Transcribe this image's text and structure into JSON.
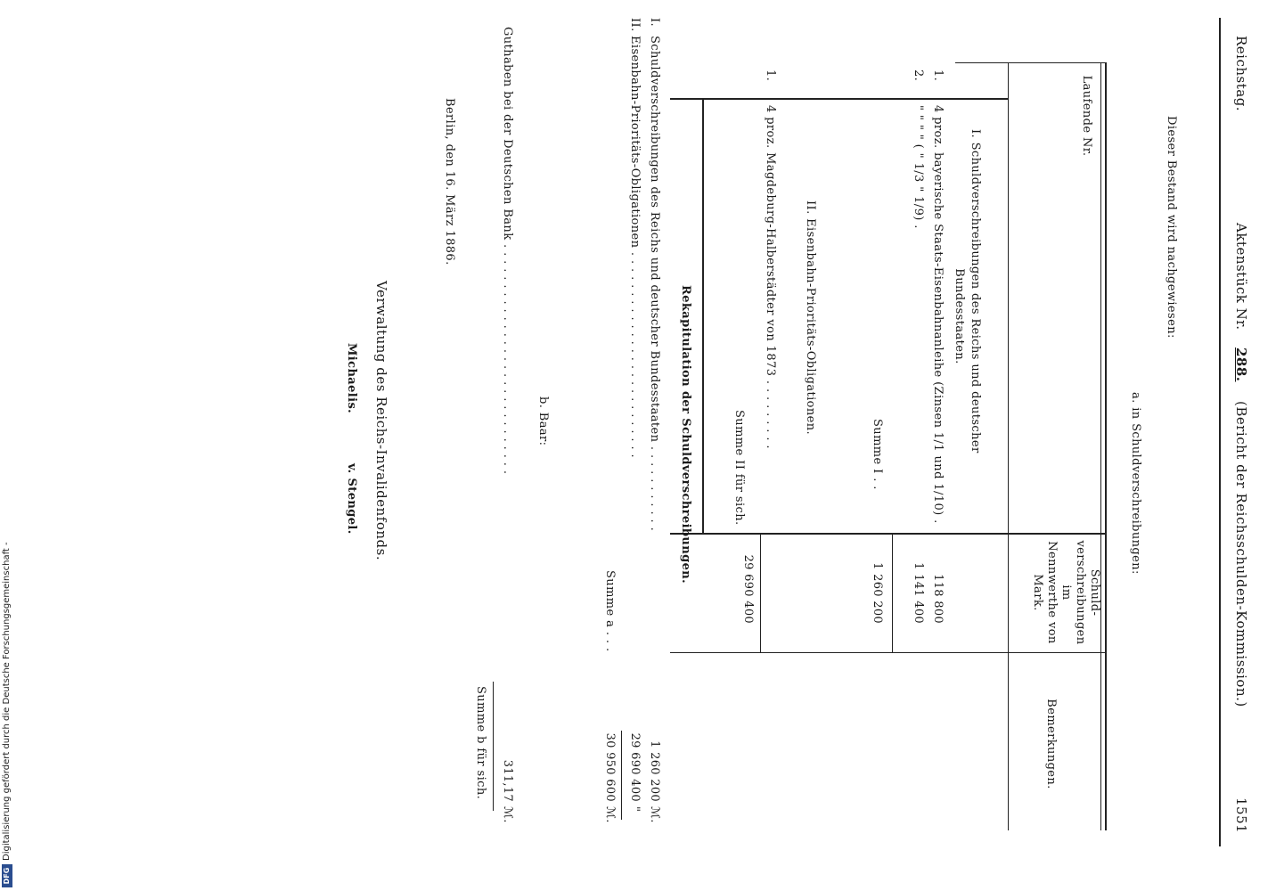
{
  "header": {
    "left": "Reichstag.",
    "aktenstueck_label": "Aktenstück Nr.",
    "aktenstueck_nr": "288.",
    "title": "(Bericht der Reichsschulden-Kommission.)",
    "page_number": "1551"
  },
  "intro": "Dieser Bestand wird nachgewiesen:",
  "section_a": "a. in Schuldverschreibungen:",
  "table": {
    "col_laufende": "Laufende Nr.",
    "col_schuld_lines": [
      "Schuld-",
      "verschreibungen",
      "im",
      "Nennwerthe von",
      "Mark."
    ],
    "col_bemerkungen": "Bemerkungen.",
    "group1_title_line1": "I. Schuldverschreibungen des Reichs und deutscher",
    "group1_title_line2": "Bundesstaaten.",
    "rows1": [
      {
        "nr": "1.",
        "text": "4 proz. bayerische Staats-Eisenbahnanleihe (Zinsen 1/1 und 1/10) .",
        "value": "118 800"
      },
      {
        "nr": "2.",
        "text": "\"      \"        \"              \"          ( \" 1/3 \" 1/9) .",
        "value": "1 141 400"
      }
    ],
    "summe1_label": "Summe I . .",
    "summe1_value": "1 260 200",
    "group2_title": "II. Eisenbahn-Prioritäts-Obligationen.",
    "rows2": [
      {
        "nr": "1.",
        "text": "4 proz. Magdeburg-Halberstädter von 1873 . . . . . . . . .",
        "value": "29 690 400"
      }
    ],
    "summe2_label": "Summe II für sich."
  },
  "recap": {
    "title": "Rekapitulation der Schuldverschreibungen.",
    "rows": [
      {
        "nr": "I.",
        "text": "Schuldverschreibungen des Reichs und deutscher Bundesstaaten . . . . . . . . . . .",
        "value": "1 260 200",
        "unit": "ℳ."
      },
      {
        "nr": "II.",
        "text": "Eisenbahn-Prioritäts-Obligationen . . . . . . . . . . . . . . . . . . . . . . . . . .",
        "value": "29 690 400",
        "unit": "\""
      }
    ],
    "summe_label": "Summe a . . .",
    "summe_value": "30 950 600",
    "summe_unit": "ℳ."
  },
  "section_b": {
    "title": "b. Baar:",
    "text": "Guthaben bei der Deutschen Bank . . . . . . . . . . . . . . . . . . . . . . . . . . . . .",
    "value": "311,17",
    "unit": "ℳ.",
    "summe_label": "Summe b für sich."
  },
  "footer": {
    "place_date": "Berlin, den 16. März 1886.",
    "authority": "Verwaltung des Reichs-Invalidenfonds.",
    "signer1": "Michaelis.",
    "signer2": "v. Stengel."
  },
  "sidebar": {
    "text": "Digitalisierung gefördert durch die Deutsche Forschungsgemeinschaft -",
    "logo": "DFG"
  }
}
